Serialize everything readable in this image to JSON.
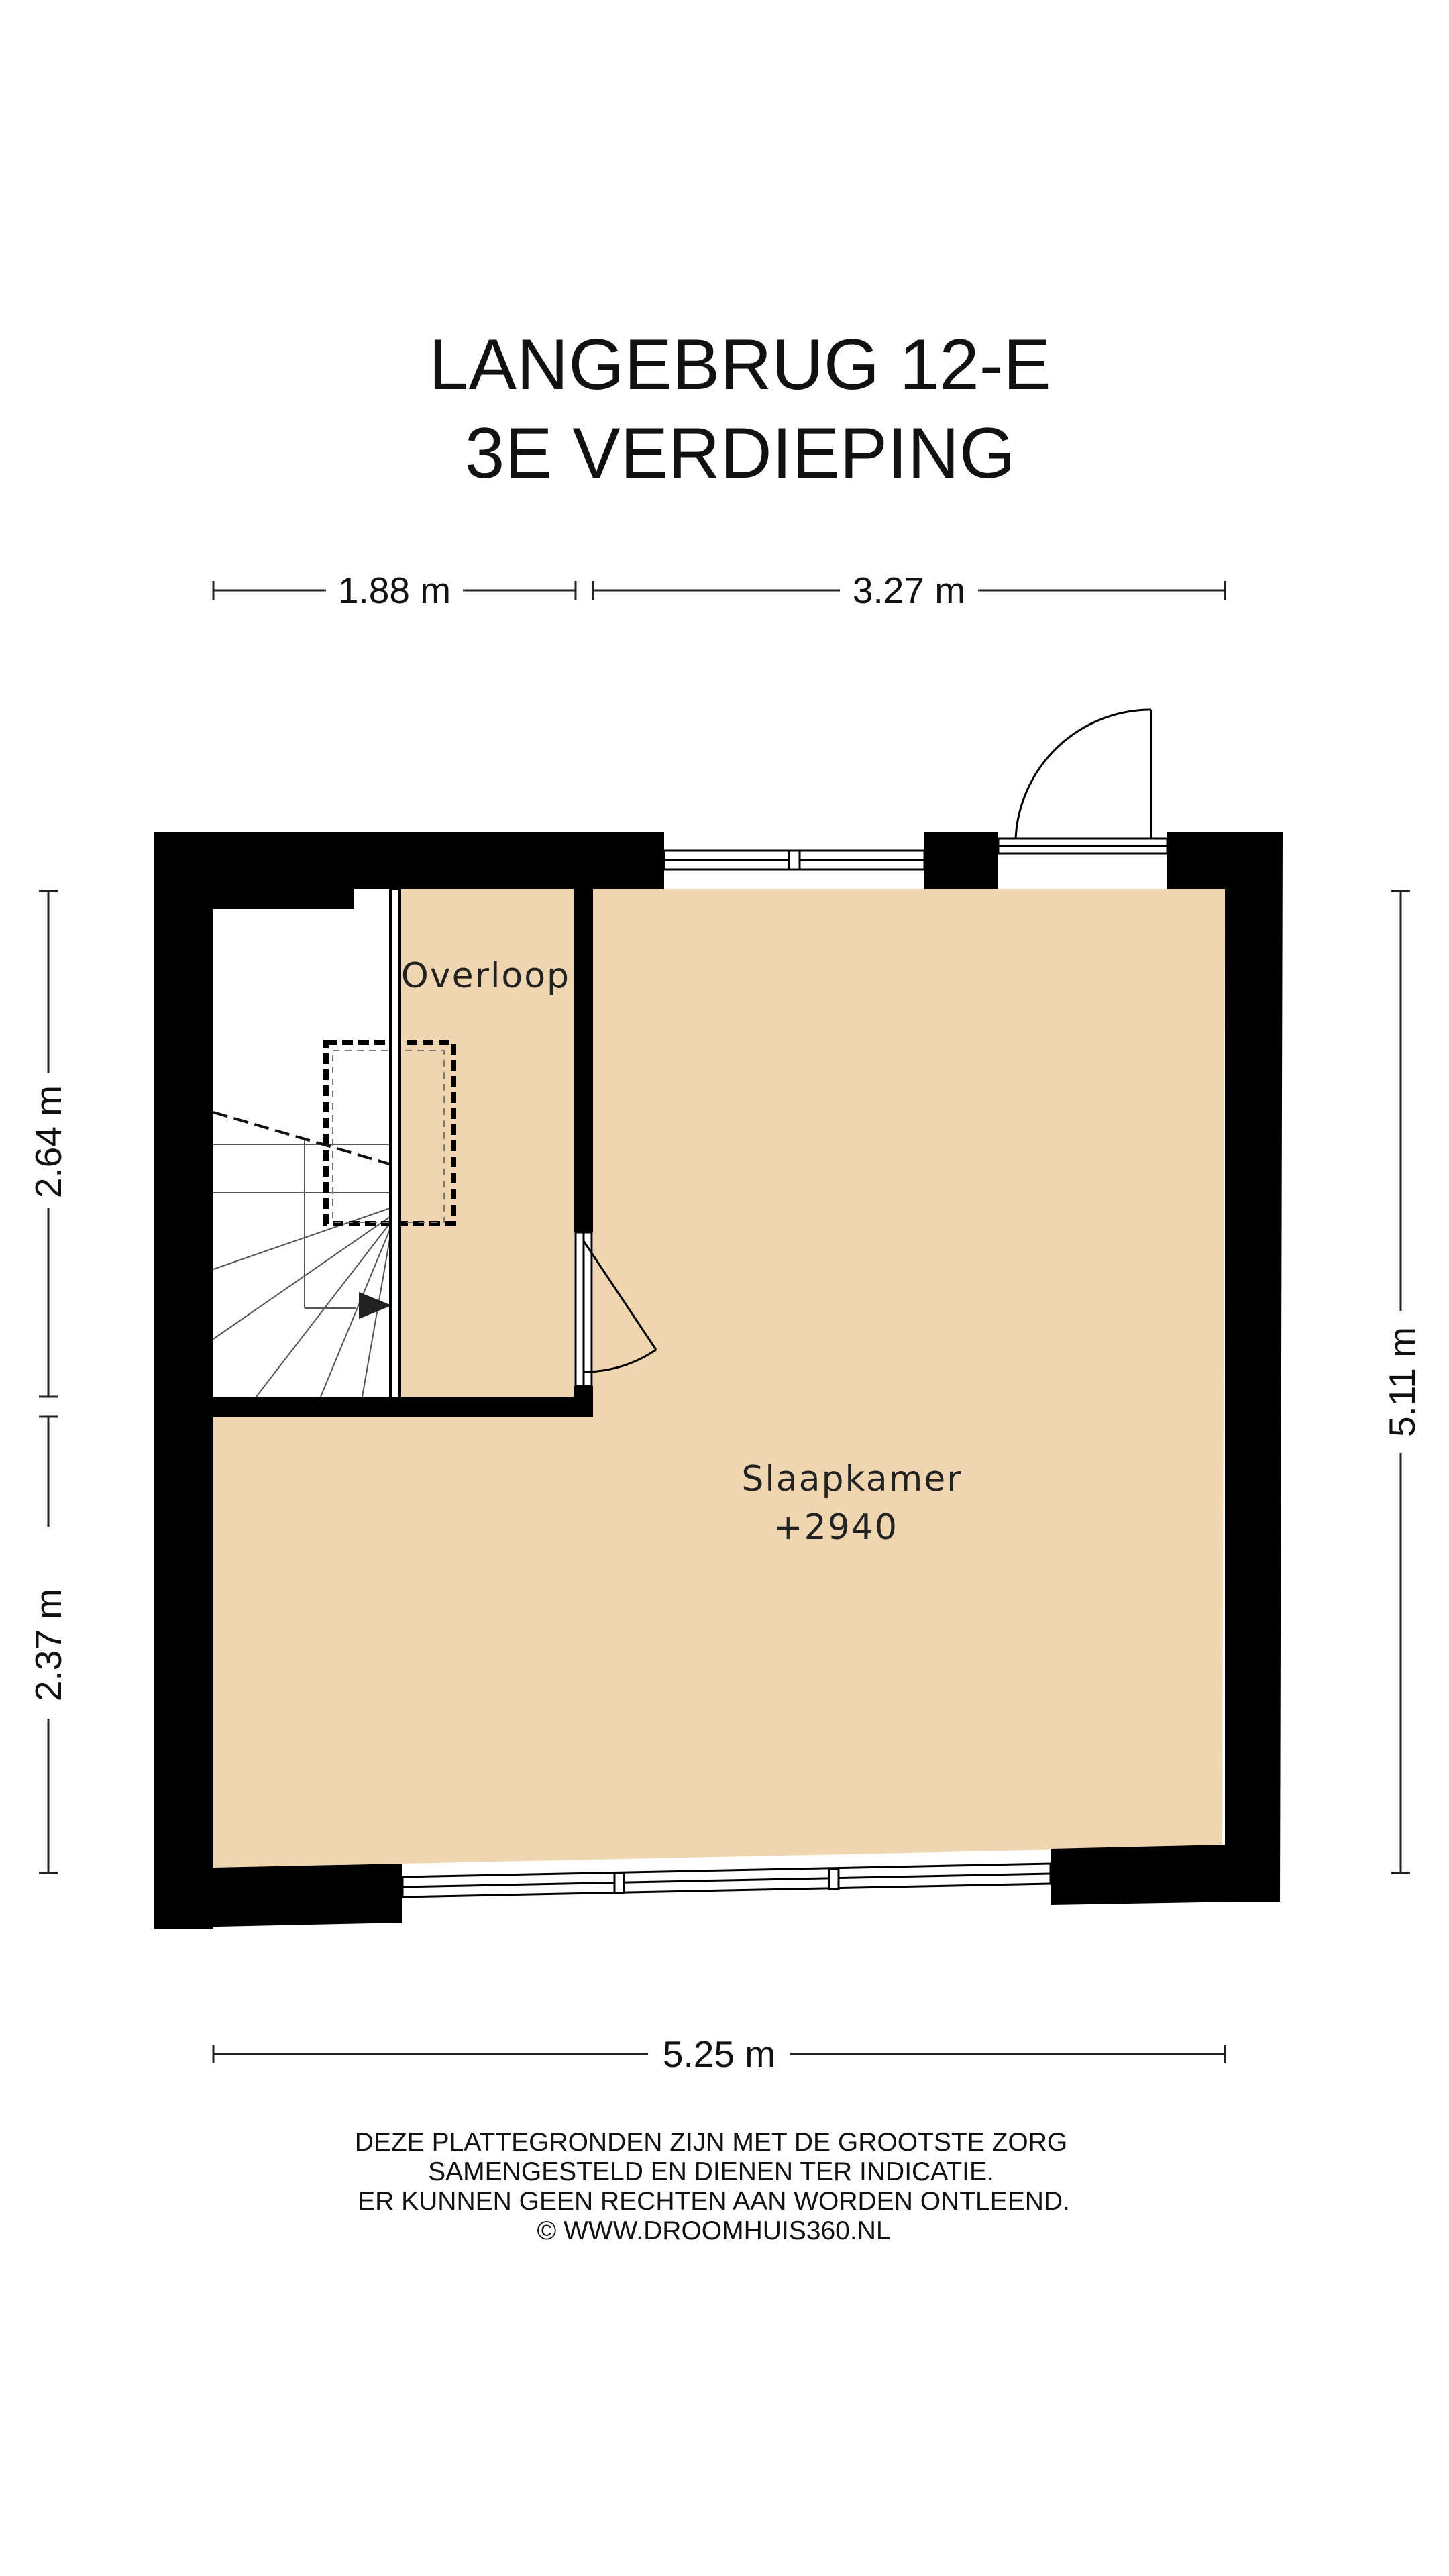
{
  "title": {
    "line1": "LANGEBRUG 12-E",
    "line2": "3E VERDIEPING"
  },
  "dimensions": {
    "top_left": "1.88 m",
    "top_right": "3.27 m",
    "left_upper": "2.64 m",
    "left_lower": "2.37 m",
    "right": "5.11 m",
    "bottom": "5.25 m"
  },
  "rooms": {
    "overloop": "Overloop",
    "slaapkamer": "Slaapkamer",
    "slaapkamer_level": "+2940"
  },
  "disclaimer": {
    "line1": "DEZE PLATTEGRONDEN ZIJN MET DE GROOTSTE ZORG",
    "line2": "SAMENGESTELD EN DIENEN TER INDICATIE.",
    "line3": "ER KUNNEN GEEN RECHTEN AAN WORDEN ONTLEEND.",
    "line4": "© WWW.DROOMHUIS360.NL"
  },
  "colors": {
    "wall": "#000000",
    "floor": "#f0d6b0",
    "background": "#ffffff"
  }
}
